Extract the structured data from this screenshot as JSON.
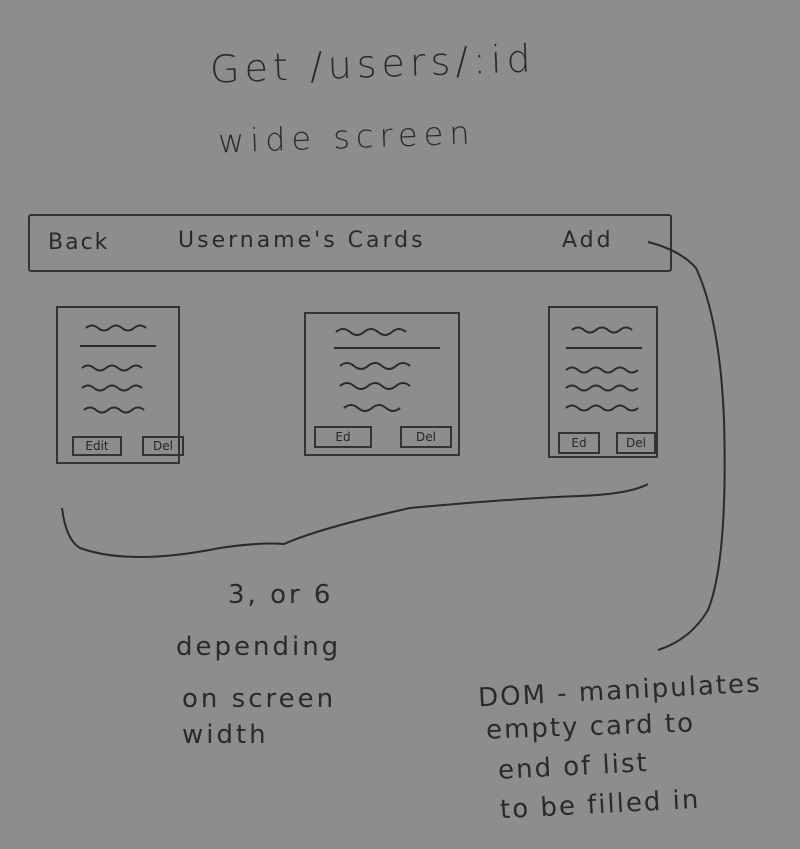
{
  "sketch": {
    "title": "Get /users/:id",
    "subtitle": "wide screen"
  },
  "header": {
    "back_label": "Back",
    "title": "Username's Cards",
    "add_label": "Add"
  },
  "cards": [
    {
      "edit_label": "Edit",
      "delete_label": "Del"
    },
    {
      "edit_label": "Ed",
      "delete_label": "Del"
    },
    {
      "edit_label": "Ed",
      "delete_label": "Del"
    }
  ],
  "notes": {
    "count_lines": [
      "3, or 6",
      "depending",
      "on screen",
      "width"
    ],
    "add_lines": [
      "DOM - manipulates",
      "empty card to",
      "end of list",
      "to be filled in"
    ]
  },
  "colors": {
    "paper": "#8d8d8d",
    "pencil": "#2a2a2a"
  }
}
